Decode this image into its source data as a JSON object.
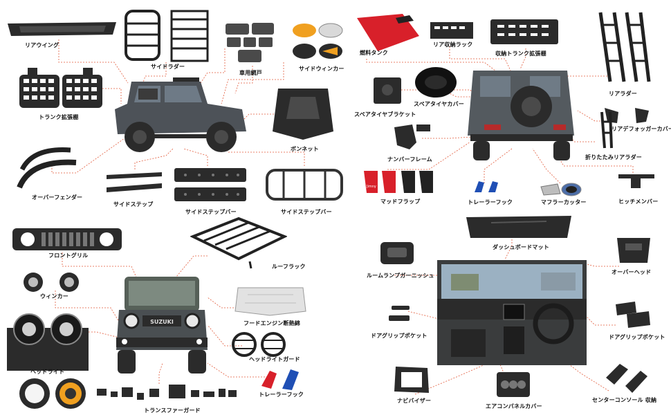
{
  "colors": {
    "leader": "#e25a3a",
    "part_dark": "#2b2b2b",
    "accent_red": "#d8202a",
    "accent_blue": "#1f4fb5",
    "amber": "#f0a020"
  },
  "labels": {
    "rear_wing": "リアウイング",
    "side_ladder": "サイドラダー",
    "car_screen": "車用網戸",
    "side_winker": "サイドウィンカー",
    "fuel_tank": "燃料タンク",
    "rear_storage_rack": "リア収納ラック",
    "trunk_storage_ext": "収納トランク拡張棚",
    "rear_ladder": "リアラダー",
    "trunk_ext_shelf": "トランク拡張棚",
    "bonnet": "ボンネット",
    "spare_tire_bracket": "スペアタイヤブラケット",
    "spare_tire_cover": "スペアタイヤカバー",
    "rear_fog_cover": "リアデフォッガーカバー",
    "number_frame": "ナンバーフレーム",
    "folding_rear_ladder": "折りたたみリアラダー",
    "over_fender": "オーバーフェンダー",
    "side_step": "サイドステップ",
    "side_step_bar_1": "サイドステップバー",
    "side_step_bar_2": "サイドステップバー",
    "mud_flap": "マッドフラップ",
    "trailer_hook_rear": "トレーラーフック",
    "muffler_cutter": "マフラーカッター",
    "hitch_member": "ヒッチメンバー",
    "front_grill": "フロントグリル",
    "roof_rack": "ルーフラック",
    "dashboard_mat": "ダッシュボードマット",
    "room_lamp_garnish": "ルームランプガーニッシュ",
    "overhead": "オーバーヘッド",
    "winker": "ウィンカー",
    "hood_insulation": "フードエンジン断熱綿",
    "door_grip_pocket_l": "ドアグリップポケット",
    "door_grip_pocket_r": "ドアグリップポケット",
    "headlight_guard": "ヘッドライトガード",
    "headlight": "ヘッドライト",
    "trailer_hook_front": "トレーラーフック",
    "transfer_guard": "トランスファーガード",
    "navi_visor": "ナビバイザー",
    "ac_panel_cover": "エアコンパネルカバー",
    "center_console": "センターコンソール 収納"
  },
  "car_badge": "SUZUKI",
  "mudflap_logo": "Jimny"
}
